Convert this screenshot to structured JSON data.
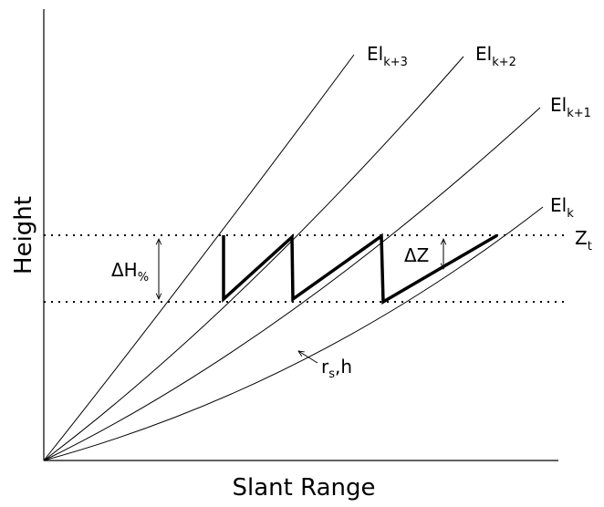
{
  "axes": {
    "ylabel": "Height",
    "xlabel": "Slant Range"
  },
  "rays": [
    {
      "base": "El",
      "sub": "k+3"
    },
    {
      "base": "El",
      "sub": "k+2"
    },
    {
      "base": "El",
      "sub": "k+1"
    },
    {
      "base": "El",
      "sub": "k"
    }
  ],
  "levels": {
    "top_label_base": "Z",
    "top_label_sub": "t"
  },
  "annotations": {
    "dh_base": "ΔH",
    "dh_sub": "%",
    "dz": "ΔZ",
    "rsh_r": "r",
    "rsh_sub": "s",
    "rsh_rest": ",h"
  }
}
